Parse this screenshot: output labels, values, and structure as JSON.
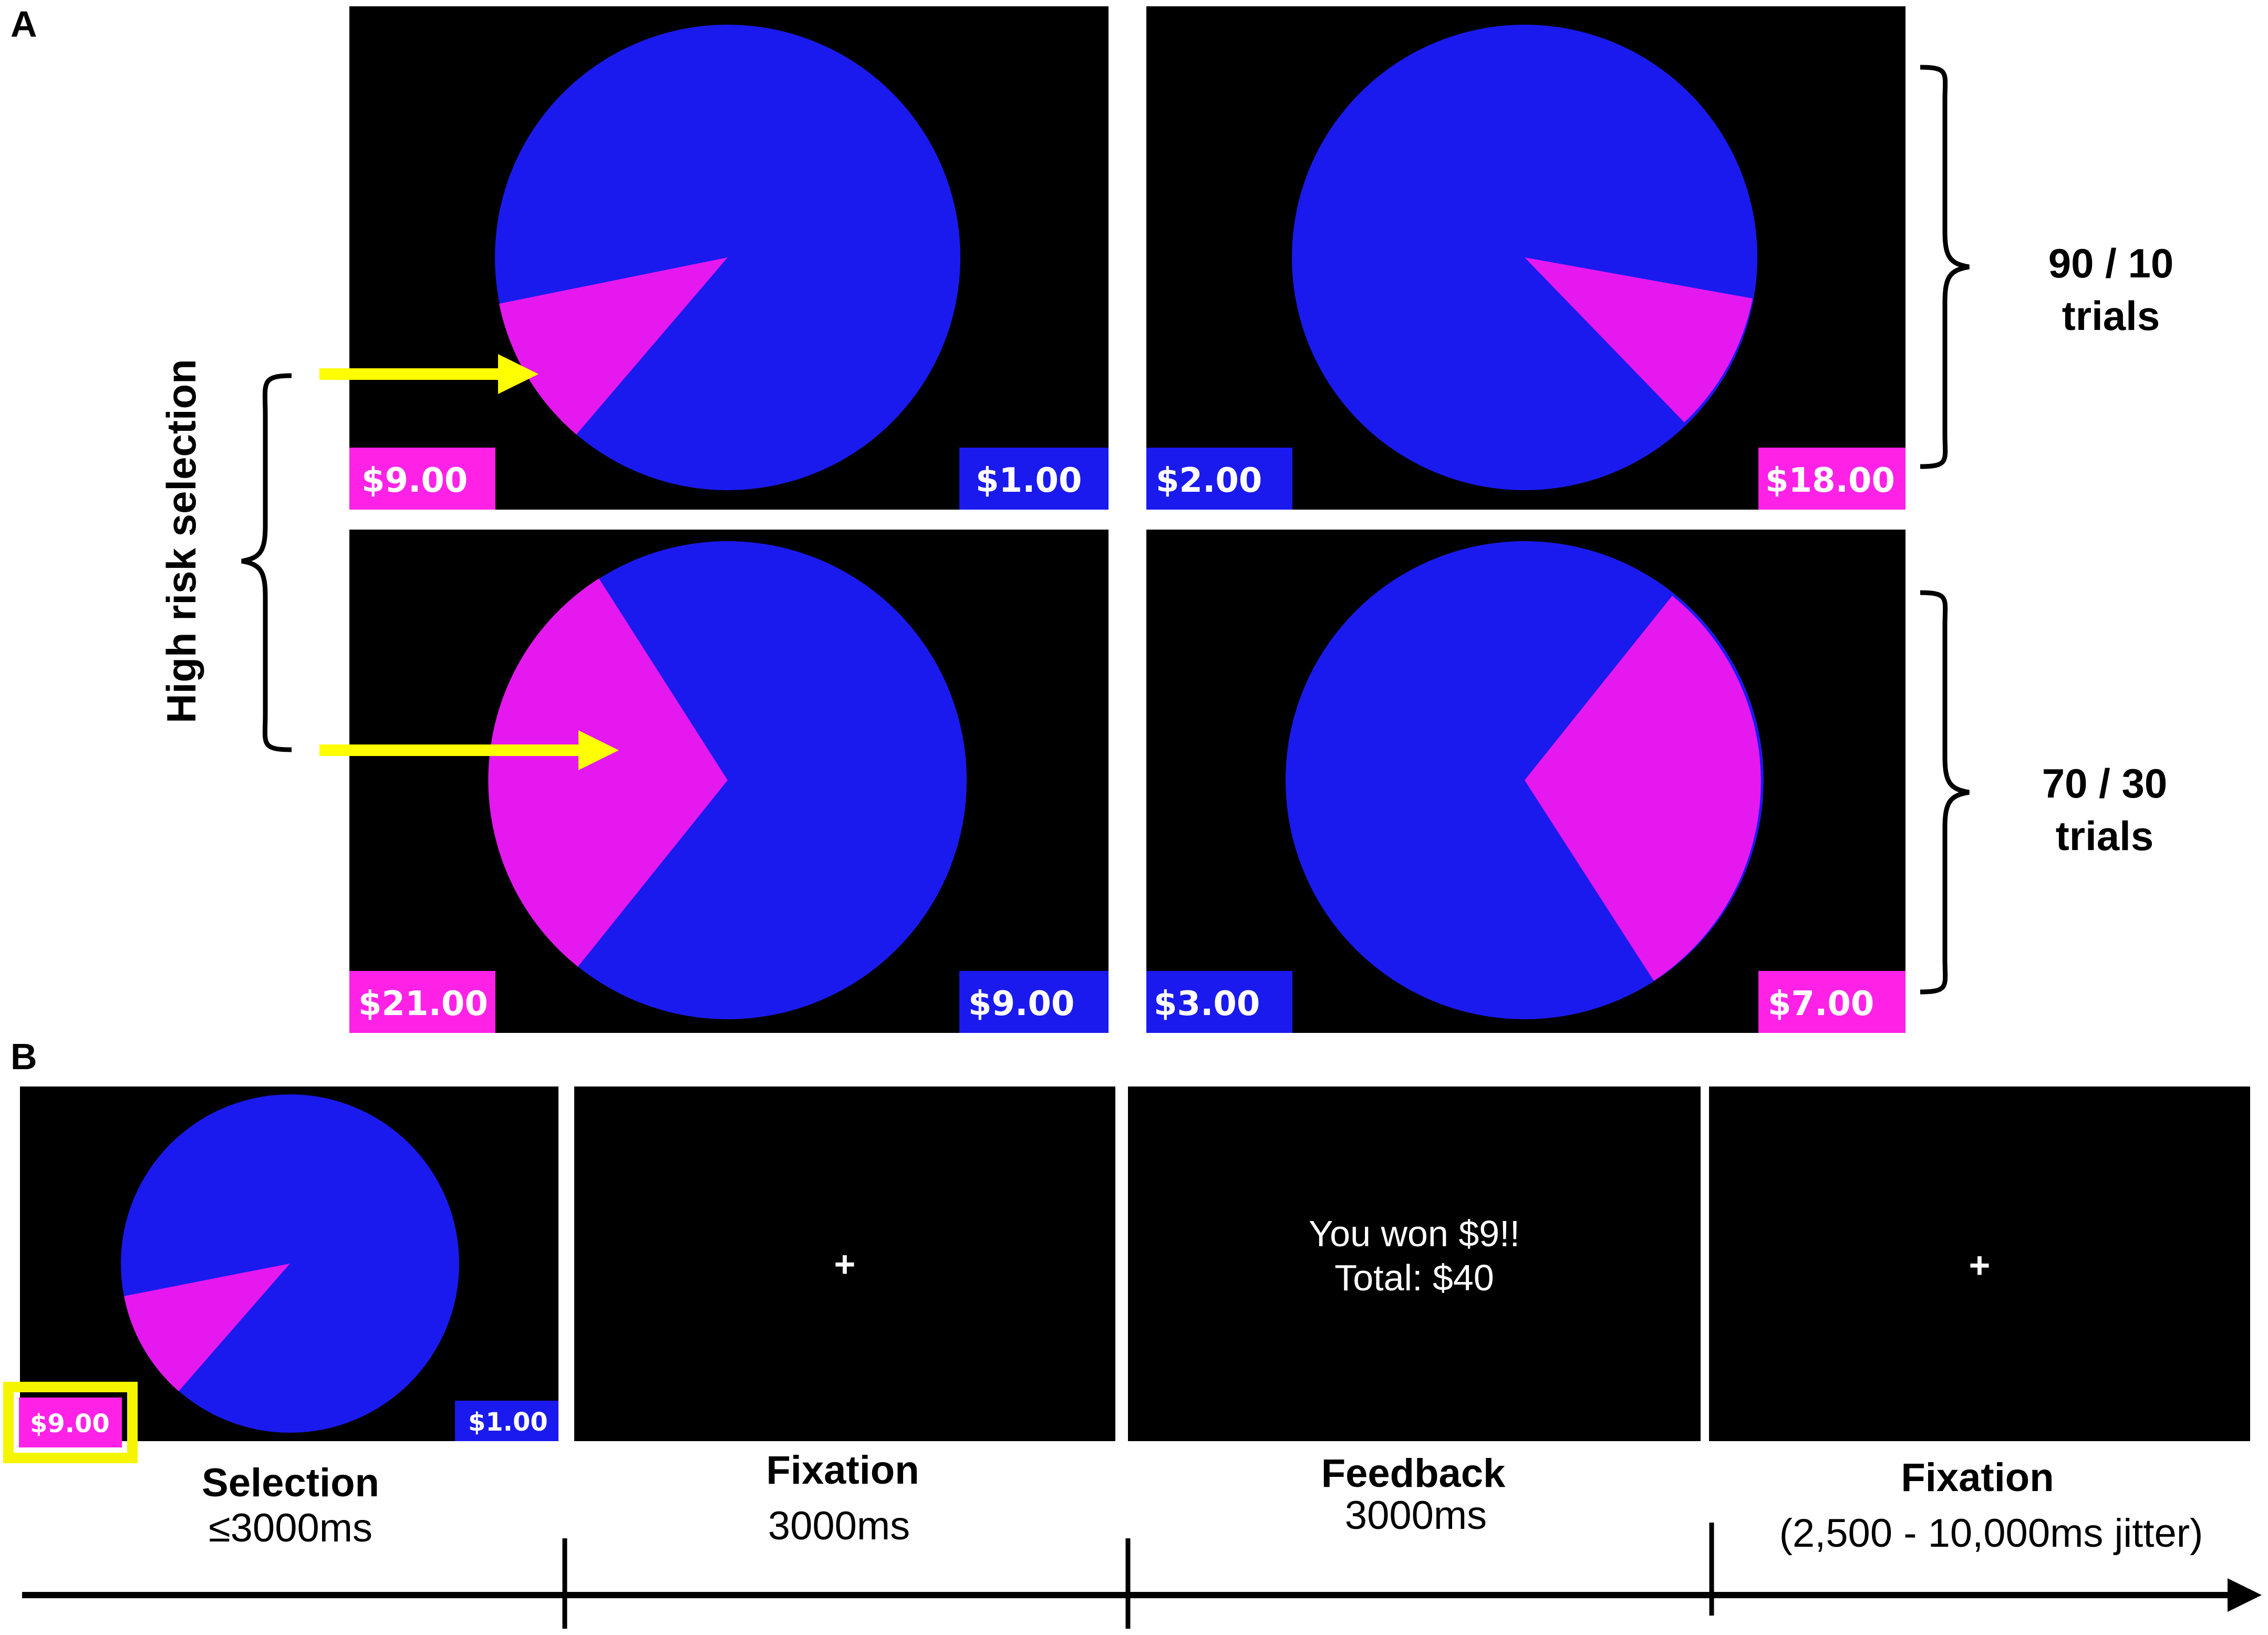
{
  "panel_a": {
    "label": "A",
    "side_label": "High risk selection",
    "group_labels": [
      {
        "line1": "90 / 10",
        "line2": "trials"
      },
      {
        "line1": "70 / 30",
        "line2": "trials"
      }
    ],
    "screens": [
      {
        "left_amount": "$9.00",
        "right_amount": "$1.00",
        "left_color": "#ff22e6",
        "right_color": "#1a1aee",
        "magenta_fraction": 0.1,
        "magenta_side": "left"
      },
      {
        "left_amount": "$2.00",
        "right_amount": "$18.00",
        "left_color": "#1a1aee",
        "right_color": "#ff22e6",
        "magenta_fraction": 0.1,
        "magenta_side": "right"
      },
      {
        "left_amount": "$21.00",
        "right_amount": "$9.00",
        "left_color": "#ff22e6",
        "right_color": "#1a1aee",
        "magenta_fraction": 0.3,
        "magenta_side": "left"
      },
      {
        "left_amount": "$3.00",
        "right_amount": "$7.00",
        "left_color": "#1a1aee",
        "right_color": "#ff22e6",
        "magenta_fraction": 0.3,
        "magenta_side": "right"
      }
    ]
  },
  "panel_b": {
    "label": "B",
    "stages": [
      {
        "title": "Selection",
        "time": "≤3000ms",
        "screen": "choice",
        "left_amount": "$9.00",
        "right_amount": "$1.00"
      },
      {
        "title": "Fixation",
        "time": "3000ms",
        "screen": "fixation",
        "symbol": "+"
      },
      {
        "title": "Feedback",
        "time": "3000ms",
        "screen": "feedback",
        "line1": "You won $9!!",
        "line2": "Total: $40"
      },
      {
        "title": "Fixation",
        "time": "(2,500 - 10,000ms jitter)",
        "screen": "fixation",
        "symbol": "+"
      }
    ]
  },
  "colors": {
    "magenta": "#e518f0",
    "blue": "#1a1aee",
    "tag_magenta": "#ff22e6",
    "tag_blue": "#1a1aee",
    "arrow_yellow": "#ffff00",
    "highlight_yellow": "#f5f500",
    "screen_bg": "#000000"
  }
}
